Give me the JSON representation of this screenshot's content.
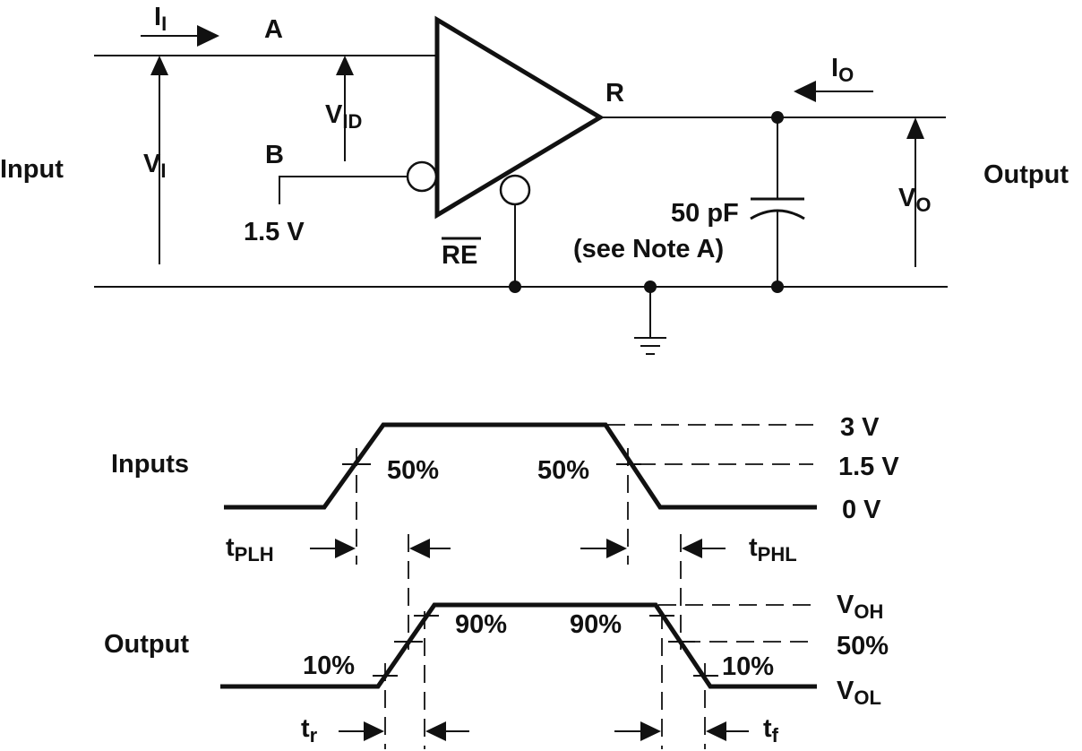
{
  "circuit": {
    "input_label": "Input",
    "output_label": "Output",
    "node_a": "A",
    "node_b": "B",
    "node_r": "R",
    "ii": {
      "main": "I",
      "sub": "I"
    },
    "vi": {
      "main": "V",
      "sub": "I"
    },
    "vid": {
      "main": "V",
      "sub": "ID"
    },
    "io": {
      "main": "I",
      "sub": "O"
    },
    "vo": {
      "main": "V",
      "sub": "O"
    },
    "bias": "1.5 V",
    "re": "RE",
    "cap_value": "50 pF",
    "cap_note": "(see Note A)"
  },
  "waveforms": {
    "inputs_label": "Inputs",
    "output_label": "Output",
    "input_levels": [
      "3 V",
      "1.5 V",
      "0 V"
    ],
    "input_pct_left": "50%",
    "input_pct_right": "50%",
    "tplh": {
      "main": "t",
      "sub": "PLH"
    },
    "tphl": {
      "main": "t",
      "sub": "PHL"
    },
    "voh": {
      "main": "V",
      "sub": "OH"
    },
    "out_mid": "50%",
    "vol": {
      "main": "V",
      "sub": "OL"
    },
    "out_10_left": "10%",
    "out_90_left": "90%",
    "out_90_right": "90%",
    "out_10_right": "10%",
    "tr": {
      "main": "t",
      "sub": "r"
    },
    "tf": {
      "main": "t",
      "sub": "f"
    }
  }
}
